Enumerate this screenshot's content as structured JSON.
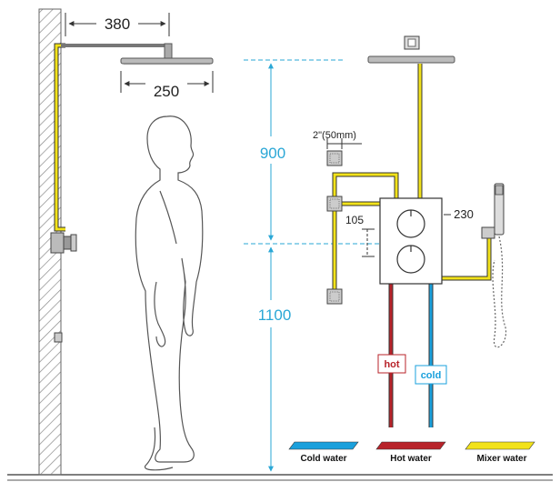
{
  "dimensions": {
    "arm_length": "380",
    "head_width": "250",
    "upper_height": "900",
    "lower_height": "1100",
    "jet_spacing": "2\"(50mm)",
    "valve_gap": "105",
    "valve_width": "230"
  },
  "labels": {
    "hot": "hot",
    "cold": "cold"
  },
  "legend": {
    "cold": "Cold water",
    "hot": "Hot water",
    "mixer": "Mixer water"
  },
  "colors": {
    "cold": "#1aa0dc",
    "hot": "#b8232a",
    "mixer": "#f2e21a",
    "dimension_blue": "#2aa7d6"
  }
}
